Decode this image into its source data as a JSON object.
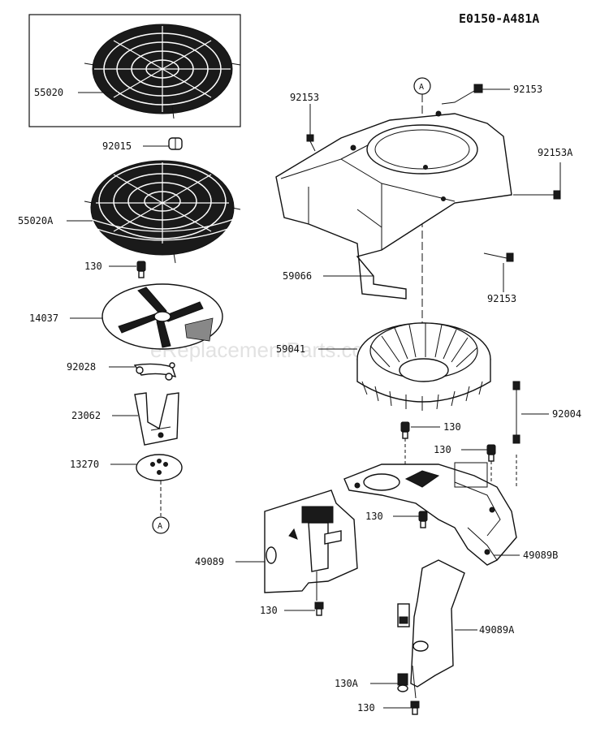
{
  "diagram_code": "E0150-A481A",
  "watermark": "eReplacementParts.com",
  "reference_marker": "A",
  "part_labels": {
    "p55020": "55020",
    "p92015": "92015",
    "p55020A": "55020A",
    "p130_fan": "130",
    "p14037": "14037",
    "p92028": "92028",
    "p23062": "23062",
    "p13270": "13270",
    "p92153_left": "92153",
    "p92153_top": "92153",
    "p92153A": "92153A",
    "p59066": "59066",
    "p92153_right": "92153",
    "p59041": "59041",
    "p130_a": "130",
    "p92004": "92004",
    "p130_b": "130",
    "p130_c": "130",
    "p49089B": "49089B",
    "p49089": "49089",
    "p130_d": "130",
    "p49089A": "49089A",
    "p130A": "130A",
    "p130_e": "130"
  }
}
